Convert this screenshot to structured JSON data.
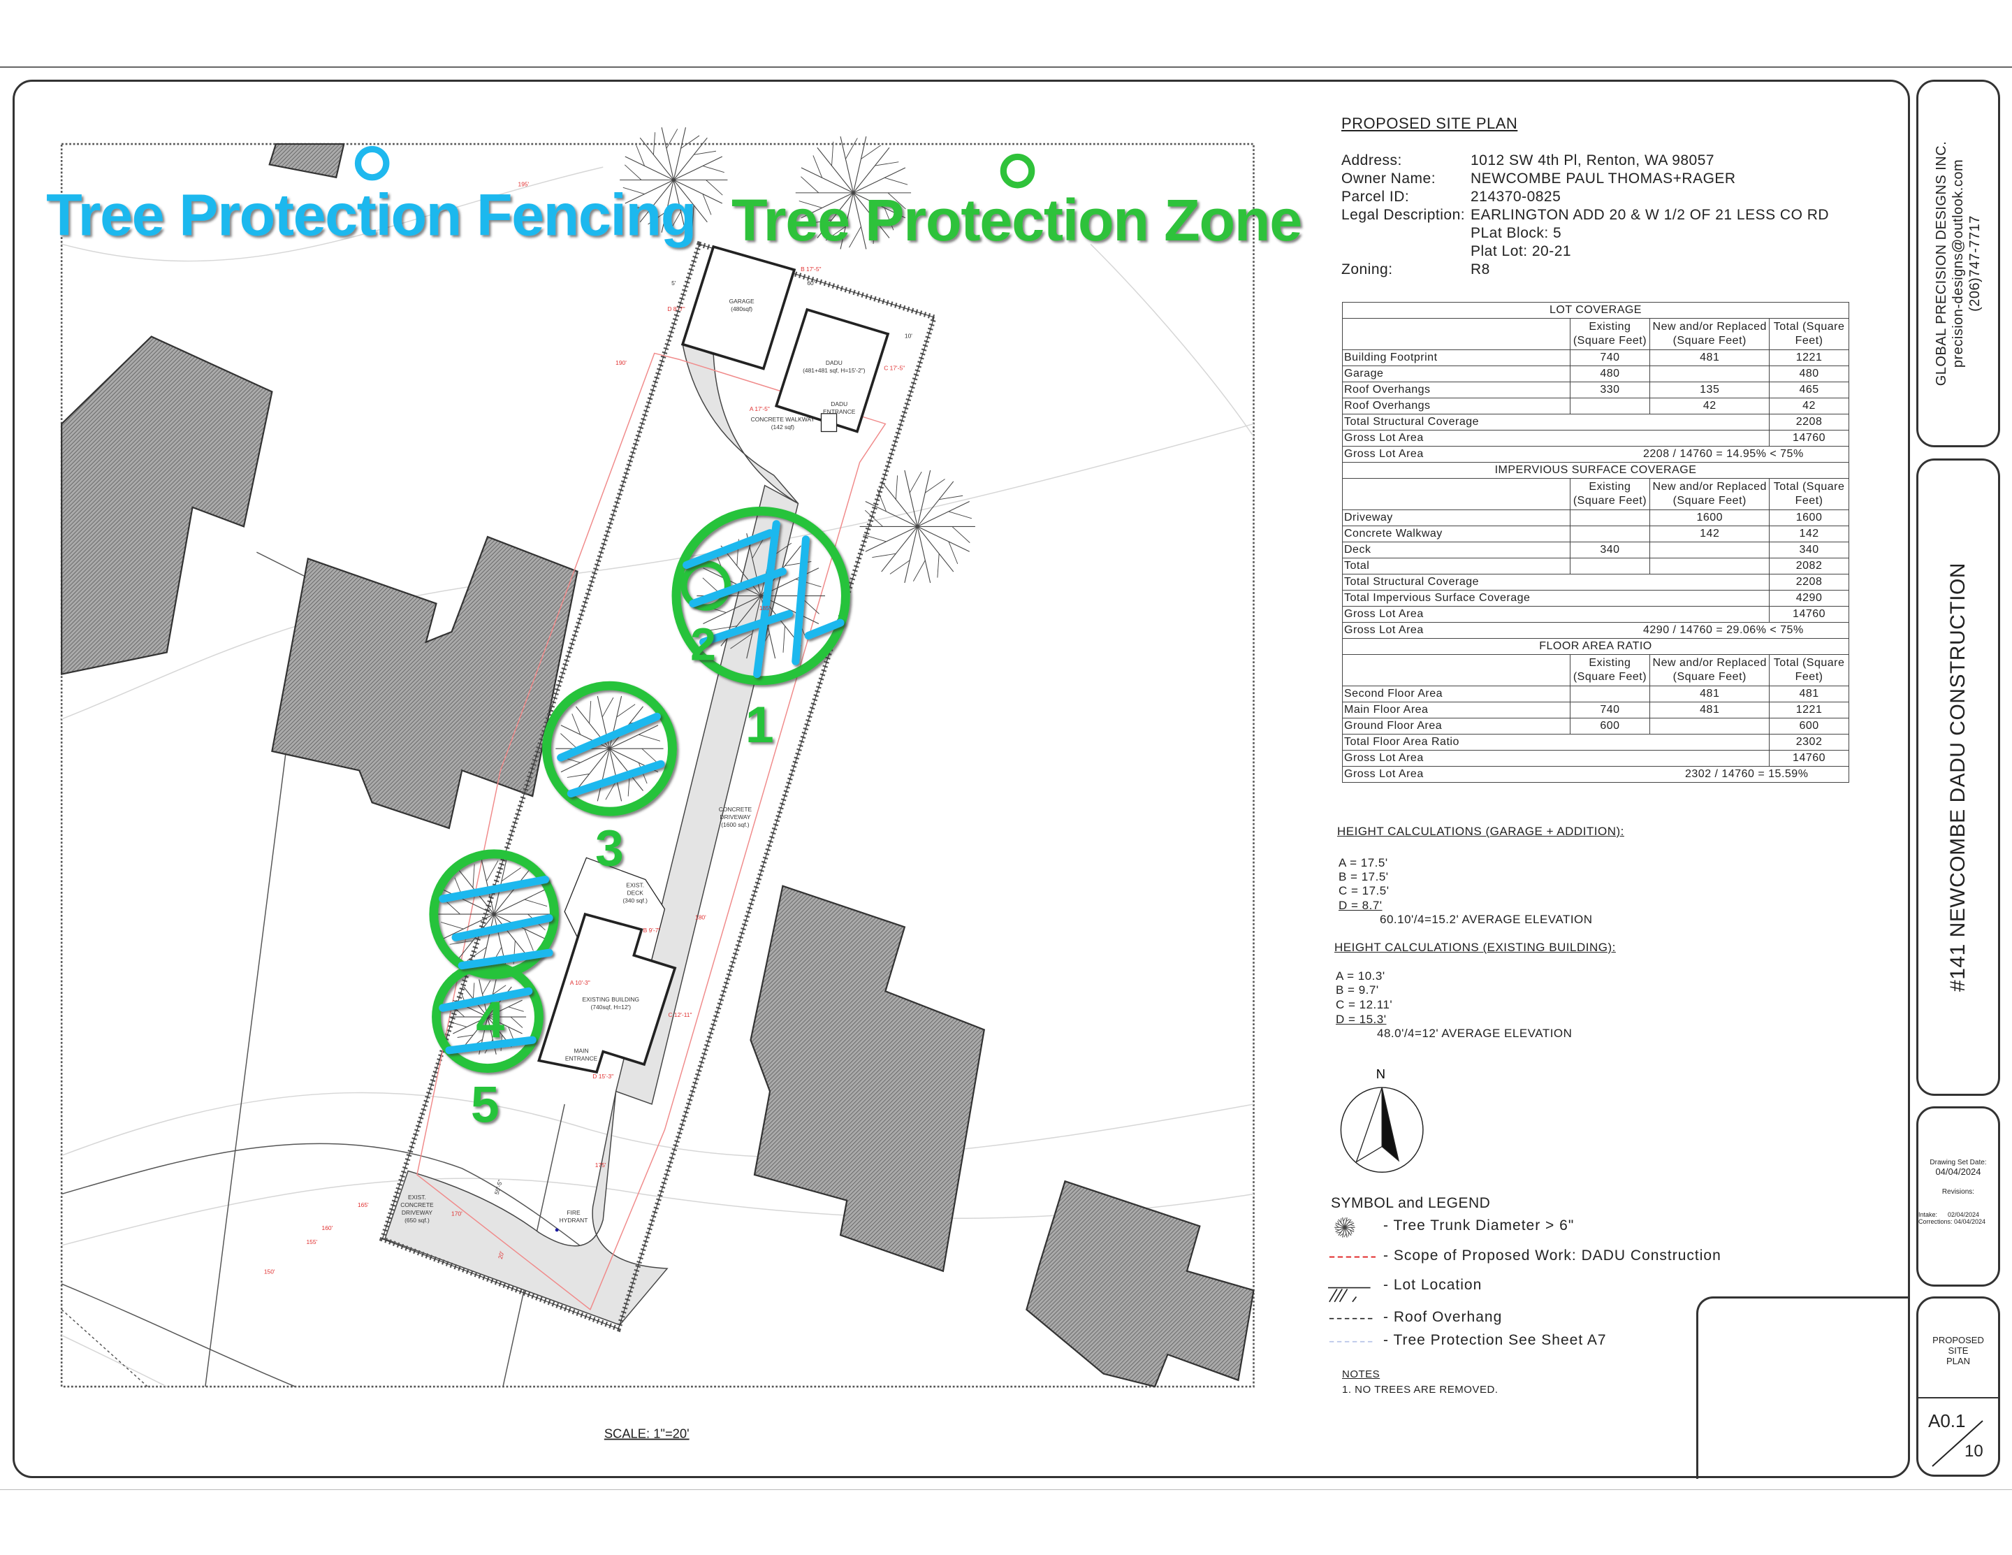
{
  "overlay": {
    "fencing_label": "Tree Protection Fencing",
    "zone_label": "Tree Protection Zone",
    "fencing_color": "#1fb8ee",
    "zone_color": "#2fc23a",
    "tree_numbers": [
      "1",
      "2",
      "3",
      "4",
      "5"
    ]
  },
  "site_plan": {
    "scale": "SCALE: 1\"=20'",
    "labels": {
      "garage": "GARAGE",
      "garage_area": "(480sqf)",
      "dadu": "DADU",
      "dadu_area": "(481+481 sqf, H=15'-2\")",
      "dadu_entrance_1": "DADU",
      "dadu_entrance_2": "ENTRANCE",
      "walkway": "CONCRETE WALKWAY",
      "walkway_area": "(142 sqf)",
      "driveway_1": "CONCRETE",
      "driveway_2": "DRIVEWAY",
      "driveway_area": "(1600 sqf.)",
      "deck_1": "EXIST.",
      "deck_2": "DECK",
      "deck_area": "(340 sqf.)",
      "existing_building": "EXISTING BUILDING",
      "existing_building_area": "(740sqf, H=12')",
      "main_entrance_1": "MAIN",
      "main_entrance_2": "ENTRANCE",
      "exist_driveway_1": "EXIST.",
      "exist_driveway_2": "CONCRETE",
      "exist_driveway_3": "DRIVEWAY",
      "exist_driveway_area": "(650 sqf.)",
      "fire_hydrant_1": "FIRE",
      "fire_hydrant_2": "HYDRANT",
      "dim_55": "55'-5\"",
      "dim_20": "20'",
      "dim_60": "60'",
      "dim_10": "10'",
      "dim_5": "5'",
      "pt_b_garage": "B 17'-5\"",
      "pt_d_garage": "D 8'-7\"",
      "pt_c_dadu": "C 17'-5\"",
      "pt_a_dadu": "A 17'-5\"",
      "pt_b_exist": "B 9'-7\"",
      "pt_a_exist": "A 10'-3\"",
      "pt_c_exist": "C 12'-11\"",
      "pt_d_exist": "D 15'-3\""
    },
    "elevations": [
      "195'",
      "190'",
      "185'",
      "180'",
      "175'",
      "170'",
      "165'",
      "160'",
      "155'",
      "150'"
    ]
  },
  "info": {
    "title": "PROPOSED SITE PLAN",
    "fields": [
      {
        "label": "Address:",
        "value": "1012 SW 4th Pl, Renton, WA 98057"
      },
      {
        "label": "Owner Name:",
        "value": "NEWCOMBE PAUL THOMAS+RAGER"
      },
      {
        "label": "Parcel ID:",
        "value": "214370-0825"
      },
      {
        "label": "Legal Description:",
        "value": "EARLINGTON ADD 20 & W 1/2 OF 21 LESS CO RD"
      },
      {
        "label": "",
        "value": "PLat Block: 5"
      },
      {
        "label": "",
        "value": "Plat Lot: 20-21"
      },
      {
        "label": "Zoning:",
        "value": "R8"
      }
    ]
  },
  "tables": [
    {
      "title": "LOT COVERAGE",
      "headers": [
        "",
        "Existing (Square Feet)",
        "New and/or Replaced (Square Feet)",
        "Total (Square Feet)"
      ],
      "rows": [
        [
          "Building Footprint",
          "740",
          "481",
          "1221"
        ],
        [
          "Garage",
          "480",
          "",
          "480"
        ],
        [
          "Roof Overhangs",
          "330",
          "135",
          "465"
        ],
        [
          "Roof Overhangs",
          "",
          "42",
          "42"
        ]
      ],
      "summary": [
        [
          "Total Structural Coverage",
          "2208"
        ],
        [
          "Gross Lot Area",
          "14760"
        ]
      ],
      "ratio": {
        "label": "Gross Lot Area",
        "value": "2208 / 14760 = 14.95% < 75%"
      }
    },
    {
      "title": "IMPERVIOUS SURFACE COVERAGE",
      "headers": [
        "",
        "Existing (Square Feet)",
        "New and/or Replaced (Square Feet)",
        "Total (Square Feet)"
      ],
      "rows": [
        [
          "Driveway",
          "",
          "1600",
          "1600"
        ],
        [
          "Concrete Walkway",
          "",
          "142",
          "142"
        ],
        [
          "Deck",
          "340",
          "",
          "340"
        ],
        [
          "Total",
          "",
          "",
          "2082"
        ]
      ],
      "summary": [
        [
          "Total Structural Coverage",
          "2208"
        ],
        [
          "Total Impervious Surface Coverage",
          "4290"
        ],
        [
          "Gross Lot Area",
          "14760"
        ]
      ],
      "ratio": {
        "label": "Gross Lot Area",
        "value": "4290 / 14760 = 29.06% < 75%"
      }
    },
    {
      "title": "FLOOR AREA RATIO",
      "headers": [
        "",
        "Existing (Square Feet)",
        "New and/or Replaced (Square Feet)",
        "Total (Square Feet)"
      ],
      "rows": [
        [
          "Second Floor Area",
          "",
          "481",
          "481"
        ],
        [
          "Main Floor Area",
          "740",
          "481",
          "1221"
        ],
        [
          "Ground Floor Area",
          "600",
          "",
          "600"
        ]
      ],
      "summary": [
        [
          "Total Floor Area Ratio",
          "2302"
        ],
        [
          "Gross Lot Area",
          "14760"
        ]
      ],
      "ratio": {
        "label": "Gross Lot Area",
        "value": "2302 / 14760 = 15.59%"
      }
    }
  ],
  "height_calcs": [
    {
      "title": "HEIGHT CALCULATIONS (GARAGE + ADDITION):",
      "lines": [
        "A = 17.5'",
        "B = 17.5'",
        "C = 17.5'",
        "D = 8.7'"
      ],
      "average": "60.10'/4=15.2' AVERAGE ELEVATION"
    },
    {
      "title": "HEIGHT CALCULATIONS (EXISTING BUILDING):",
      "lines": [
        "A = 10.3'",
        "B = 9.7'",
        "C = 12.11'",
        "D = 15.3'"
      ],
      "average": "48.0'/4=12' AVERAGE ELEVATION"
    }
  ],
  "north_label": "N",
  "legend": {
    "title": "SYMBOL and LEGEND",
    "items": [
      {
        "icon": "tree-icon",
        "label": "- Tree Trunk Diameter > 6\""
      },
      {
        "icon": "red-dash-line",
        "label": "- Scope of Proposed Work: DADU Construction",
        "color": "#e02020"
      },
      {
        "icon": "hatch-line",
        "label": "- Lot Location"
      },
      {
        "icon": "black-dash-line",
        "label": "- Roof Overhang",
        "color": "#222222"
      },
      {
        "icon": "light-dash-line",
        "label": "- Tree Protection See Sheet A7",
        "color": "#b8c4e8"
      }
    ]
  },
  "notes": {
    "title": "NOTES",
    "items": [
      "1. NO TREES ARE REMOVED."
    ]
  },
  "title_block": {
    "company": "GLOBAL PRECISION DESIGNS INC.",
    "email": "precision-designs@outlook.com",
    "phone": "(206)747-7717",
    "project": "#141 NEWCOMBE DADU CONSTRUCTION",
    "drawing_set_date_label": "Drawing Set Date:",
    "drawing_set_date": "04/04/2024",
    "revisions_label": "Revisions:",
    "intake": "Intake:      02/04/2024",
    "corrections": "Corrections: 04/04/2024",
    "sheet_title_1": "PROPOSED",
    "sheet_title_2": "SITE",
    "sheet_title_3": "PLAN",
    "sheet_number": "A0.1",
    "sheet_total": "10"
  }
}
